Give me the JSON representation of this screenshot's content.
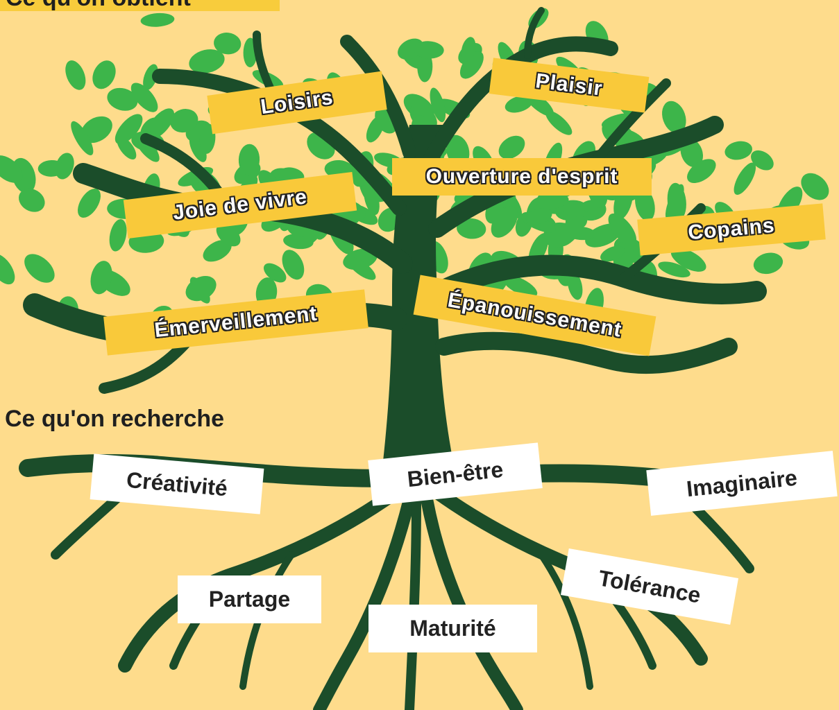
{
  "colors": {
    "background": "#fedc8c",
    "trunk": "#1b4d2a",
    "leaf": "#3db54a",
    "fruit_label": "#f9c93a",
    "root_label": "#ffffff"
  },
  "headings": {
    "top": "Ce qu'on obtient",
    "roots": "Ce qu'on recherche"
  },
  "fruits": [
    "Loisirs",
    "Plaisir",
    "Ouverture d'esprit",
    "Joie de vivre",
    "Copains",
    "Émerveillement",
    "Épanouissement"
  ],
  "roots": [
    "Créativité",
    "Bien-être",
    "Imaginaire",
    "Partage",
    "Tolérance",
    "Maturité"
  ]
}
